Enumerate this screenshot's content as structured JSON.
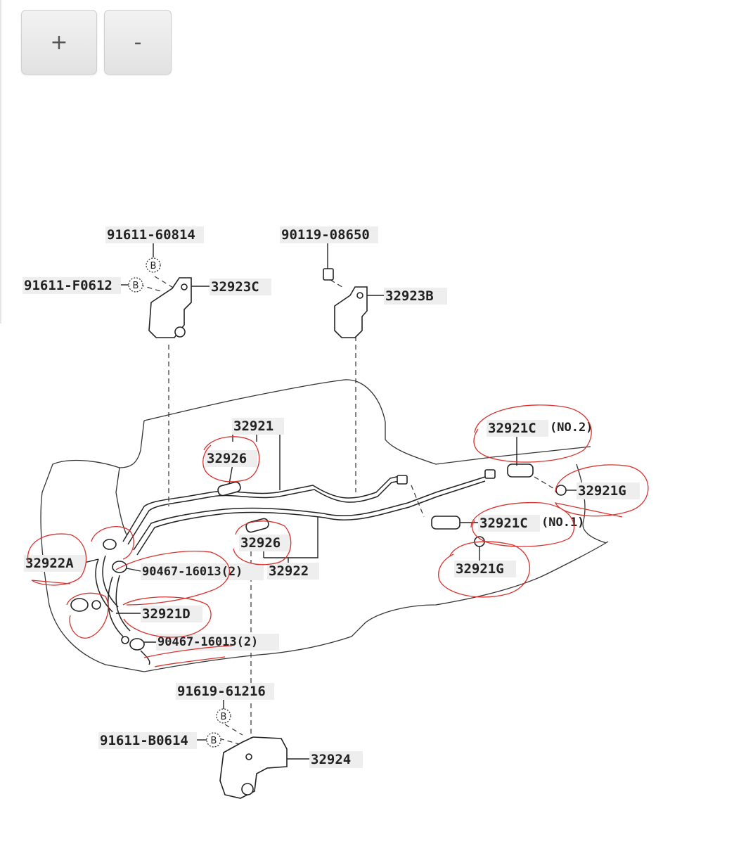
{
  "toolbar": {
    "zoom_in_label": "+",
    "zoom_out_label": "-"
  },
  "diagram": {
    "part_labels": {
      "p_91611_60814": "91611-60814",
      "p_91611_F0612": "91611-F0612",
      "p_32923C": "32923C",
      "p_90119_08650": "90119-08650",
      "p_32923B": "32923B",
      "p_32921": "32921",
      "p_32926_top": "32926",
      "p_32926_bottom": "32926",
      "p_32922": "32922",
      "p_32921C_no2": "32921C",
      "p_32921C_no2_note": "(NO.2)",
      "p_32921G_right": "32921G",
      "p_32921C_no1": "32921C",
      "p_32921C_no1_note": "(NO.1)",
      "p_32921G_bottom": "32921G",
      "p_32922A": "32922A",
      "p_90467_16013_a": "90467-16013(2)",
      "p_32921D": "32921D",
      "p_90467_16013_b": "90467-16013(2)",
      "p_91619_61216": "91619-61216",
      "p_91611_B0614": "91611-B0614",
      "p_32924": "32924"
    },
    "bolt_marker": "B"
  }
}
